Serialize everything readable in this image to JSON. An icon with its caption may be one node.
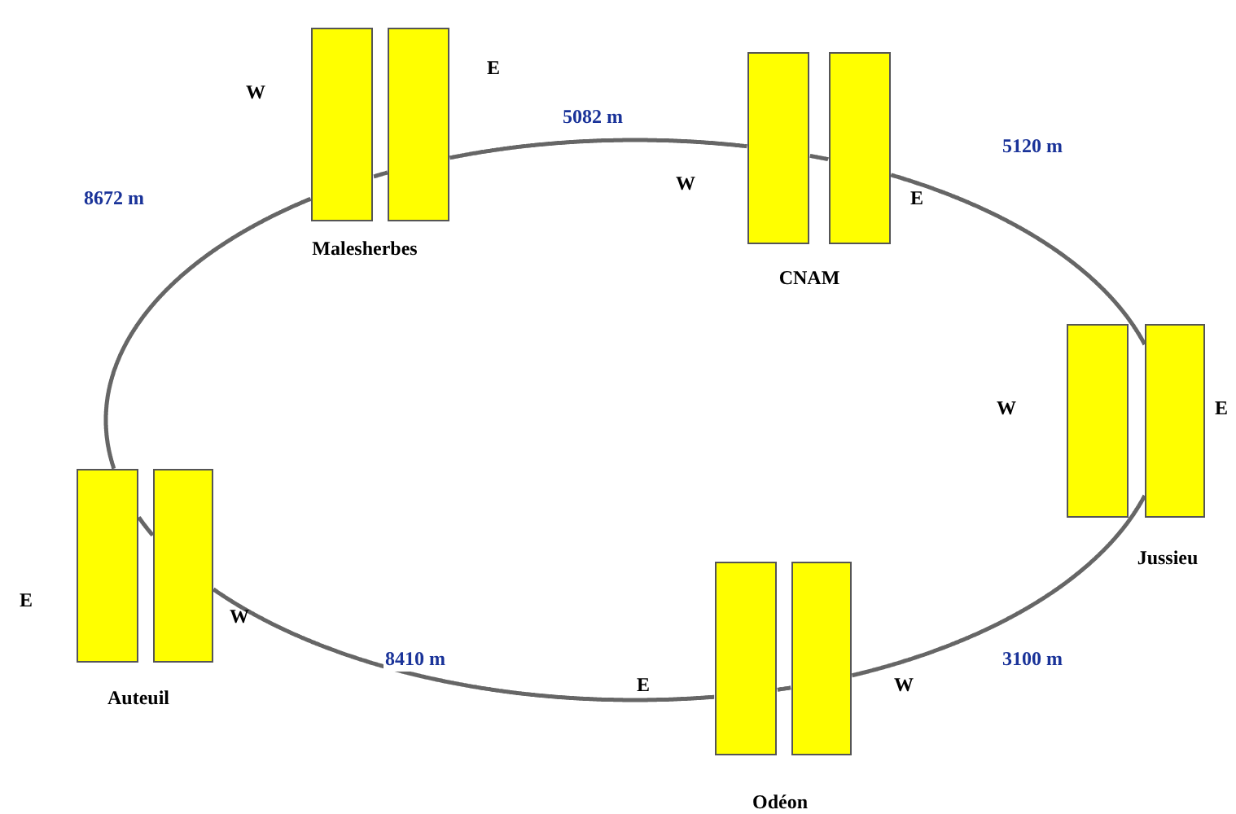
{
  "diagram": {
    "nodes": [
      {
        "text": [],
        "shape": "box"
      },
      {
        "text": [],
        "shape": "box"
      },
      {
        "text": [],
        "shape": "box"
      },
      {
        "text": [],
        "shape": "box"
      },
      {
        "text": [],
        "shape": "box"
      },
      {
        "text": [],
        "shape": "box"
      },
      {
        "text": [],
        "shape": "box"
      },
      {
        "text": [],
        "shape": "box"
      },
      {
        "text": [],
        "shape": "box"
      },
      {
        "text": [],
        "shape": "box"
      }
    ],
    "edges": [
      {
        "from": 0,
        "to": 1,
        "arrow": "none"
      },
      {
        "from": 1,
        "to": 2,
        "arrow": "none",
        "label": "5082 m"
      },
      {
        "from": 2,
        "to": 3,
        "arrow": "none"
      },
      {
        "from": 3,
        "to": 5,
        "arrow": "none",
        "label": "5120 m"
      },
      {
        "from": 5,
        "to": 9,
        "arrow": "none",
        "label": "3100 m"
      },
      {
        "from": 9,
        "to": 8,
        "arrow": "none"
      },
      {
        "from": 8,
        "to": 7,
        "arrow": "none",
        "label": "8410 m"
      },
      {
        "from": 7,
        "to": 6,
        "arrow": "none"
      },
      {
        "from": 6,
        "to": 0,
        "arrow": "none",
        "label": "8672 m"
      }
    ],
    "labels": [
      "E",
      "W",
      "W",
      "E",
      "Malesherbes",
      "CNAM",
      "W",
      "E",
      "Jussieu",
      "E",
      "W",
      "E",
      "W",
      "Auteuil",
      "Odéon"
    ]
  }
}
